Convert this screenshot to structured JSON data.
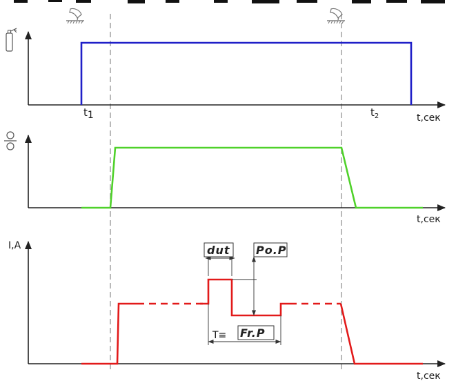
{
  "title_fragment": "",
  "labels": {
    "t1": "t",
    "t1_sub": "1",
    "t2": "t",
    "t2_sub": "2",
    "time_axis": "t,сек",
    "current_axis": "I,A",
    "dut": "dut",
    "poP": "Po.P",
    "T_eq": "T≡",
    "frP": "Fr.P"
  },
  "icons": {
    "torch_on": "welding-torch-icon",
    "torch_off": "welding-torch-icon",
    "gas": "gas-cylinder-icon",
    "wire_feed": "wire-feed-rollers-icon"
  },
  "colors": {
    "gas_trace": "#1f1fc8",
    "wire_trace": "#4fd12a",
    "current_trace": "#e21a1a"
  }
}
